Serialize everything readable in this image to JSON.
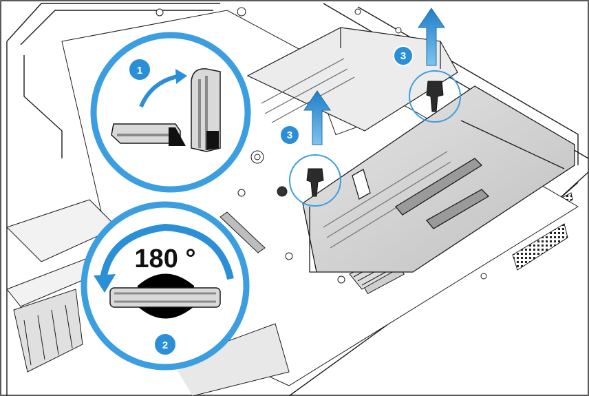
{
  "callouts": {
    "step1": "1",
    "step2": "2",
    "step3a": "3",
    "step3b": "3",
    "rotation": "180 °"
  },
  "colors": {
    "accent": "#2a8fd6",
    "line": "#1a1a1a",
    "metal": "#d9d9d9",
    "metal_dark": "#9a9a9a",
    "background": "#ffffff"
  },
  "icons": [
    "latch-lift-icon",
    "rotate-180-icon",
    "up-arrow-icon",
    "riser-latch-icon"
  ]
}
